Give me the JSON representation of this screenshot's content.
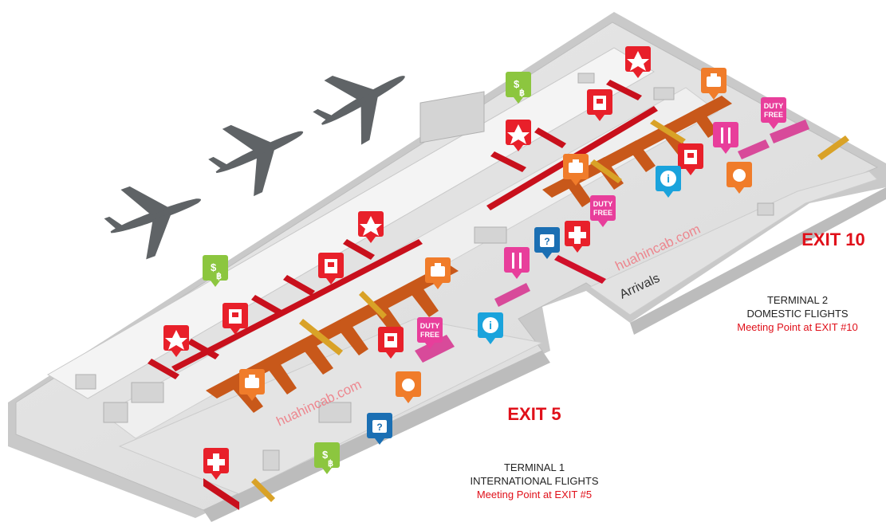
{
  "watermark": "huahincab.com",
  "corridor_label": "Arrivals",
  "terminal1": {
    "exit": "EXIT 5",
    "line1": "TERMINAL 1",
    "line2": "INTERNATIONAL FLIGHTS",
    "meeting": "Meeting Point at EXIT #5"
  },
  "terminal2": {
    "exit": "EXIT 10",
    "line1": "TERMINAL 2",
    "line2": "DOMESTIC FLIGHTS",
    "meeting": "Meeting Point at EXIT #10"
  },
  "icon_labels": {
    "duty_free_1": "DUTY",
    "duty_free_2": "FREE",
    "currency_dollar": "$",
    "currency_baht": "฿",
    "info": "i",
    "help": "?"
  },
  "colors": {
    "security": "#e8202a",
    "customs": "#e8202a",
    "first_aid": "#e8202a",
    "currency_exchange": "#8cc63f",
    "baggage_claim": "#f07c2a",
    "lost_property": "#f07c2a",
    "restaurant": "#e83e9b",
    "duty_free": "#e83e9b",
    "information": "#1aa3dc",
    "left_luggage": "#1b6fb3",
    "exit_text": "#e0101a",
    "aircraft": "#5f6366"
  },
  "icons": [
    "security-icon",
    "customs-icon",
    "baggage-claim-icon",
    "duty-free-icon",
    "currency-exchange-icon",
    "information-icon",
    "left-luggage-icon",
    "first-aid-icon",
    "restaurant-icon",
    "lost-property-icon",
    "airplane-icon"
  ]
}
